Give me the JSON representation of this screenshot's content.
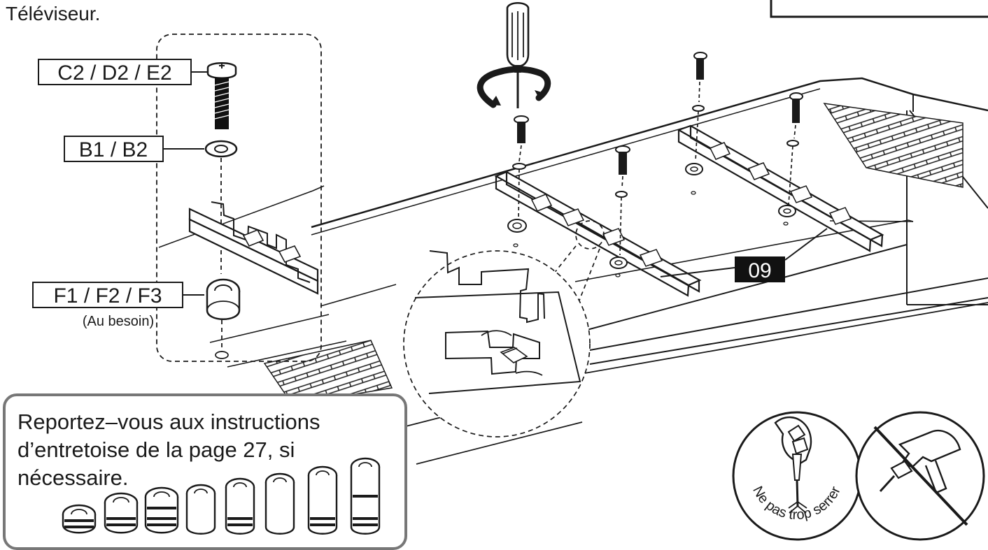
{
  "header": {
    "caption": "Téléviseur."
  },
  "hardware": {
    "screw_label": "C2 / D2 / E2",
    "washer_label": "B1 / B2",
    "spacer_label": "F1 / F2 / F3",
    "spacer_note": "(Au besoin)"
  },
  "part": {
    "bracket_label": "09"
  },
  "note": {
    "line1": "Reportez–vous aux instructions",
    "line2": "d’entretoise de la page 27, si",
    "line3": "nécessaire."
  },
  "warning": {
    "text": "Ne pas trop serrer"
  },
  "colors": {
    "stroke": "#1a1a1a",
    "badge_bg": "#111111",
    "note_border": "#777777",
    "light_fill": "#f7f7f7"
  },
  "icons": {
    "screwdriver": "screwdriver-icon",
    "rotate": "rotate-arrow-icon",
    "hand_screwdriver": "hand-screwdriver-icon",
    "power_drill": "power-drill-icon"
  }
}
